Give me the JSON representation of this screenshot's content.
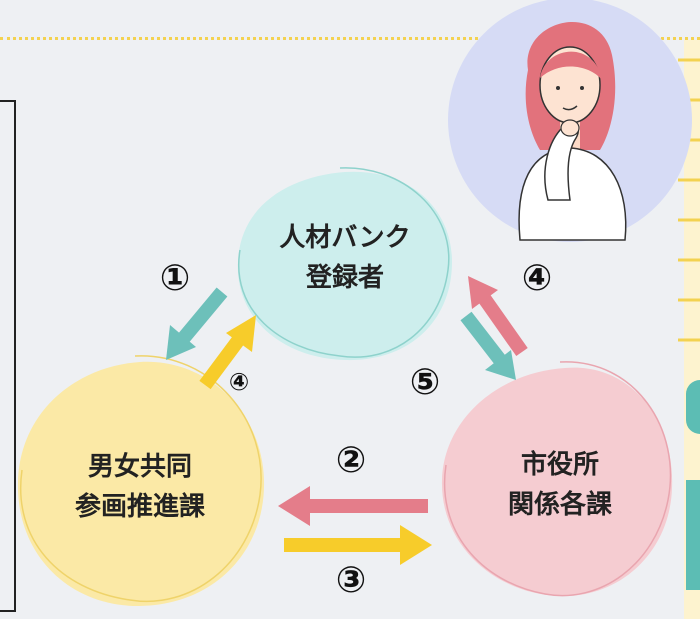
{
  "nodes": {
    "registrant": {
      "line1": "人材バンク",
      "line2": "登録者",
      "color": "#cdeeed"
    },
    "equality_section": {
      "line1": "男女共同",
      "line2": "参画推進課",
      "color": "#fbe9a6"
    },
    "city_office": {
      "line1": "市役所",
      "line2": "関係各課",
      "color": "#f5ccd1"
    }
  },
  "steps": {
    "s1": "①",
    "s2": "②",
    "s3": "③",
    "s4_left": "④",
    "s4_right": "④",
    "s5": "⑤"
  },
  "colors": {
    "teal_arrow": "#6dc0ba",
    "yellow_arrow": "#f7cc2a",
    "pink_arrow": "#e47d8a",
    "dotted_line": "#f3d250"
  }
}
